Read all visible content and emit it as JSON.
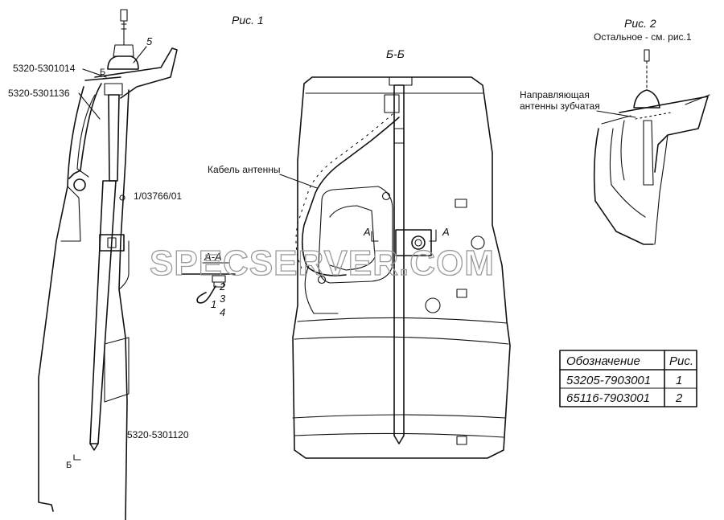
{
  "fig1": {
    "title": "Рис. 1",
    "part_top_1": "5320-5301014",
    "part_top_2": "5320-5301136",
    "callout_5": "5",
    "section_mark_top": "Б",
    "section_mark_bottom": "Б",
    "part_bolt": "1/03766/01",
    "part_bottom": "5320-5301120"
  },
  "section_aa": {
    "title": "А-А",
    "callouts": [
      "1",
      "2",
      "3",
      "4"
    ]
  },
  "section_bb": {
    "title": "Б-Б",
    "cable_label": "Кабель антенны",
    "mark_a_left": "А",
    "mark_a_right": "А"
  },
  "fig2": {
    "title": "Рис. 2",
    "subtitle": "Остальное - см. рис.1",
    "guide_label_line1": "Направляющая",
    "guide_label_line2": "антенны зубчатая"
  },
  "watermark": "SPECSERVER.COM",
  "table": {
    "headers": [
      "Обозначение",
      "Рис."
    ],
    "rows": [
      [
        "53205-7903001",
        "1"
      ],
      [
        "65116-7903001",
        "2"
      ]
    ]
  }
}
